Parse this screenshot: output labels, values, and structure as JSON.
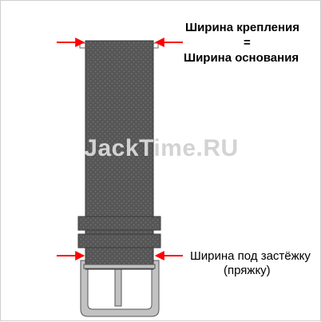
{
  "annotations": {
    "top": {
      "line1": "Ширина крепления",
      "line2": "=",
      "line3": "Ширина основания"
    },
    "bottom": {
      "line1": "Ширина под застёжку",
      "line2": "(пряжку)"
    }
  },
  "watermark": "JackTime.RU",
  "colors": {
    "strap": "#565656",
    "strap_dots": "#6e6e6e",
    "keeper": "#5a5a5a",
    "buckle": "#c0c0c0",
    "arrow": "#ff0000",
    "watermark": "#d3d3d3"
  },
  "icons": {
    "arrow": "arrow-icon",
    "buckle": "buckle-icon"
  }
}
